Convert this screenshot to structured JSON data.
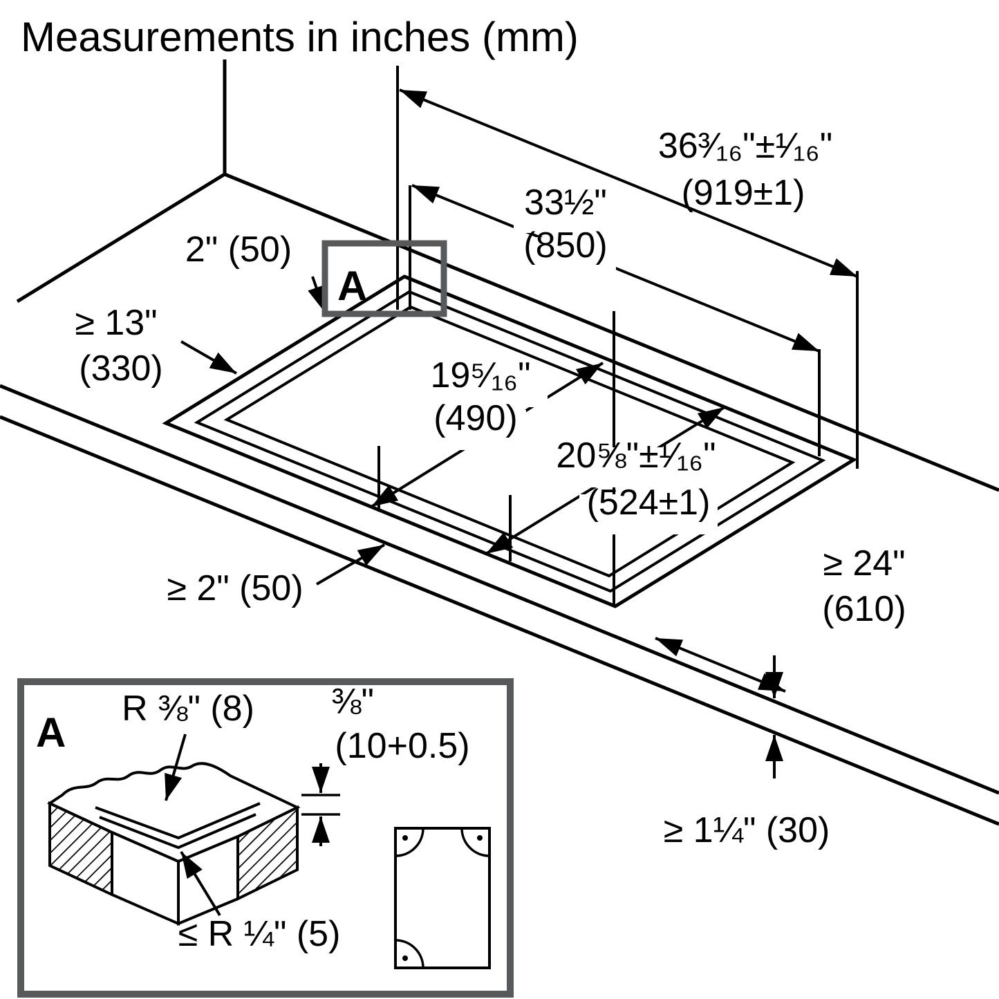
{
  "title": "Measurements in inches (mm)",
  "colors": {
    "line": "#000000",
    "frame_gray": "#58595b",
    "background": "#ffffff"
  },
  "labels": {
    "w_outer_in": "36³⁄₁₆\"±¹⁄₁₆\"",
    "w_outer_mm": "(919±1)",
    "w_cutout_in": "33½\"",
    "w_cutout_mm": "(850)",
    "rear_gap": "2\" (50)",
    "left_clear_in": "≥ 13\"",
    "left_clear_mm": "(330)",
    "d_cutout_in": "19⁵⁄₁₆\"",
    "d_cutout_mm": "(490)",
    "d_outer_in": "20⅝\"±¹⁄₁₆\"",
    "d_outer_mm": "(524±1)",
    "front_gap": "≥ 2\" (50)",
    "front_depth_in": "≥ 24\"",
    "front_depth_mm": "(610)",
    "thickness": "≥ 1¼\" (30)"
  },
  "detail_a": {
    "marker": "A",
    "title_letter": "A",
    "radius_upper": "R ⅜\" (8)",
    "step_in": "⅜\"",
    "step_mm": "(10+0.5)",
    "radius_lower": "≤ R ¼\" (5)"
  }
}
